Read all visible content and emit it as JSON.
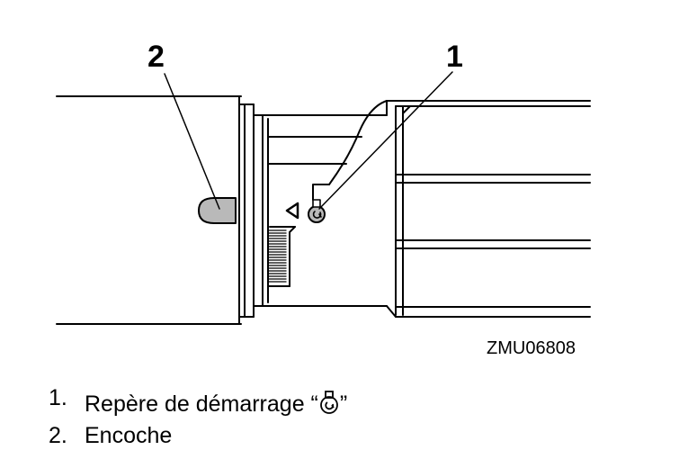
{
  "callouts": {
    "one": "1",
    "two": "2"
  },
  "figure_code": "ZMU06808",
  "legend": [
    {
      "number": "1.",
      "label_before": "Repère de démarrage “",
      "icon": "start-mark-icon",
      "label_after": "”"
    },
    {
      "number": "2.",
      "label": "Encoche"
    }
  ]
}
